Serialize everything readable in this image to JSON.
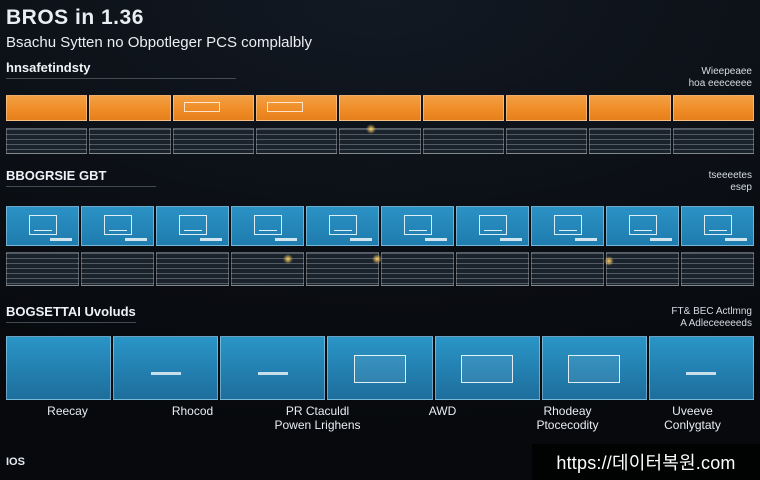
{
  "header": {
    "title": "BROS in 1.36",
    "subtitle": "Bsachu Sytten no Obpotleger PCS complalbly",
    "section1": "hnsafetindsty",
    "section2": "BBOGRSIE GBT",
    "section3": "BOGSETTAI Uvoluds"
  },
  "right_notes": {
    "top": "Wieepeaee\nhoa eeeceeee",
    "mid": "tseeeetes\nesep",
    "bottom": "FT& BEC Actlmng\nA Adleceeeeeds"
  },
  "bottom_labels": [
    "Reecay",
    "Rhocod",
    "PR Ctaculdl\nPowen Lrighens",
    "AWD",
    "Rhodeay\nPtocecodity",
    "Uveeve\nConlygtaty"
  ],
  "bottom_left": "IOS",
  "watermark": {
    "text": "https://데이터복원.com"
  },
  "colors": {
    "orange": "#ef8b25",
    "blue": "#1f7cae",
    "background": "#0b0f14"
  }
}
